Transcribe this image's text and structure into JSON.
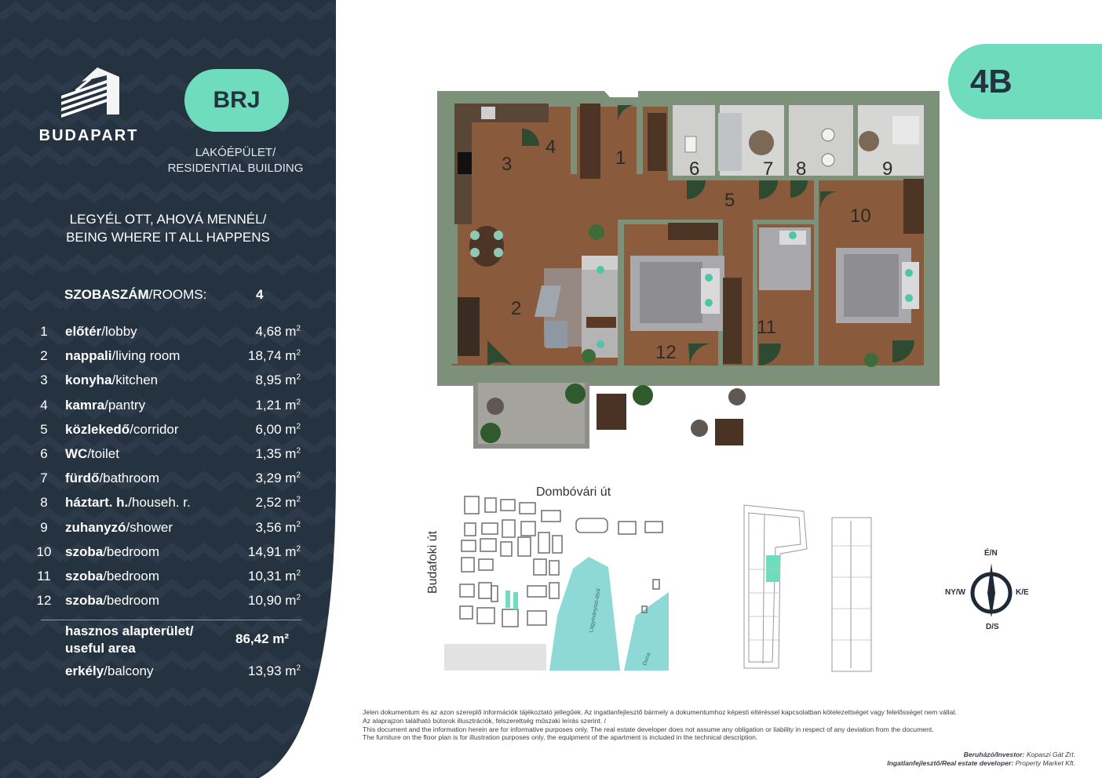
{
  "brand": {
    "name": "BUDAPART"
  },
  "building": {
    "code": "BRJ",
    "type_line1": "LAKÓÉPÜLET/",
    "type_line2": "RESIDENTIAL BUILDING"
  },
  "slogan": {
    "line1": "LEGYÉL OTT, AHOVÁ MENNÉL/",
    "line2": "BEING WHERE IT ALL HAPPENS"
  },
  "rooms_header": {
    "label_bold": "SZOBASZÁM",
    "label_rest": "/ROOMS:",
    "count": "4"
  },
  "rooms": [
    {
      "num": "1",
      "hu": "előtér",
      "en": "/lobby",
      "area": "4,68 m",
      "unit_sup": "2"
    },
    {
      "num": "2",
      "hu": "nappali",
      "en": "/living room",
      "area": "18,74 m",
      "unit_sup": "2"
    },
    {
      "num": "3",
      "hu": "konyha",
      "en": "/kitchen",
      "area": "8,95 m",
      "unit_sup": "2"
    },
    {
      "num": "4",
      "hu": "kamra",
      "en": "/pantry",
      "area": "1,21 m",
      "unit_sup": "2"
    },
    {
      "num": "5",
      "hu": "közlekedő",
      "en": "/corridor",
      "area": "6,00 m",
      "unit_sup": "2"
    },
    {
      "num": "6",
      "hu": "WC",
      "en": "/toilet",
      "area": "1,35 m",
      "unit_sup": "2"
    },
    {
      "num": "7",
      "hu": "fürdő",
      "en": "/bathroom",
      "area": "3,29 m",
      "unit_sup": "2"
    },
    {
      "num": "8",
      "hu": "háztart. h.",
      "en": "/househ. r.",
      "area": "2,52 m",
      "unit_sup": "2"
    },
    {
      "num": "9",
      "hu": "zuhanyzó",
      "en": "/shower",
      "area": "3,56 m",
      "unit_sup": "2"
    },
    {
      "num": "10",
      "hu": "szoba",
      "en": "/bedroom",
      "area": "14,91 m",
      "unit_sup": "2"
    },
    {
      "num": "11",
      "hu": "szoba",
      "en": "/bedroom",
      "area": "10,31 m",
      "unit_sup": "2"
    },
    {
      "num": "12",
      "hu": "szoba",
      "en": "/bedroom",
      "area": "10,90 m",
      "unit_sup": "2"
    }
  ],
  "useful_area": {
    "label1": "hasznos alapterület/",
    "label2": "useful area",
    "value": "86,42 m²"
  },
  "balcony": {
    "hu": "erkély",
    "en": "/balcony",
    "area": "13,93 m",
    "unit_sup": "2"
  },
  "unit_tag": "4B",
  "plan_labels": {
    "r1": "1",
    "r2": "2",
    "r3": "3",
    "r4": "4",
    "r5": "5",
    "r6": "6",
    "r7": "7",
    "r8": "8",
    "r9": "9",
    "r10": "10",
    "r11": "11",
    "r12": "12"
  },
  "map": {
    "street_top": "Dombóvári út",
    "street_left": "Budafoki út",
    "water_label": "Lágymányosi-öböl",
    "river": "Duna"
  },
  "compass": {
    "n": "É/N",
    "s": "D/S",
    "w": "NY/W",
    "e": "K/E"
  },
  "disclaimer": {
    "l1": "Jelen dokumentum és az azon szereplő információk tájékoztató jellegűek. Az ingatlanfejlesztő bármely a dokumentumhoz képesti eltéréssel kapcsolatban kötelezettséget vagy felelősséget nem vállal.",
    "l2": "Az alaprajzon található bútorok illusztrációk, felszereltség műszaki leírás szerint. /",
    "l3": "This document and the information herein are for informative purposes only. The real estate developer does not assume any obligation or liability in respect of any deviation from the document.",
    "l4": "The furniture on the floor plan is for illustration purposes only, the equipment of the apartment is included in the technical description."
  },
  "credits": {
    "investor_label": "Beruházó/Investor:",
    "investor": "Kopaszi Gát Zrt.",
    "developer_label": "Ingatlanfejlesztő/Real estate developer:",
    "developer": "Property Market Kft."
  },
  "colors": {
    "navy": "#253240",
    "mint": "#6fdcbe",
    "wall": "#7d9079",
    "floor": "#8a5a3c"
  }
}
